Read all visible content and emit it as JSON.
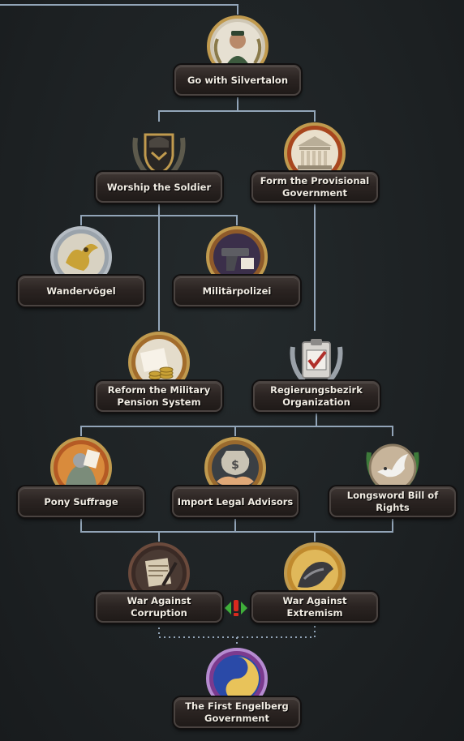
{
  "focus_tree": {
    "nodes": [
      {
        "id": "go-with-silvertalon",
        "label": "Go with Silvertalon",
        "icon": "filly-soldier-icon",
        "frame": "gold"
      },
      {
        "id": "worship-the-soldier",
        "label": "Worship the Soldier",
        "icon": "helmet-shield-icon",
        "frame": "laurel-dark"
      },
      {
        "id": "form-provisional-government",
        "label": "Form the Provisional Government",
        "icon": "parliament-building-icon",
        "frame": "gold"
      },
      {
        "id": "wandervogel",
        "label": "Wandervögel",
        "icon": "griffon-emblem-icon",
        "frame": "silver"
      },
      {
        "id": "militarpolizei",
        "label": "Militärpolizei",
        "icon": "pistol-icon",
        "frame": "gold"
      },
      {
        "id": "reform-military-pension",
        "label": "Reform the Military Pension System",
        "icon": "coins-document-icon",
        "frame": "gold"
      },
      {
        "id": "regierungsbezirk-organization",
        "label": "Regierungsbezirk Organization",
        "icon": "checklist-clipboard-icon",
        "frame": "laurel-silver"
      },
      {
        "id": "pony-suffrage",
        "label": "Pony Suffrage",
        "icon": "ballot-pony-icon",
        "frame": "gold"
      },
      {
        "id": "import-legal-advisors",
        "label": "Import Legal Advisors",
        "icon": "money-handshake-icon",
        "frame": "gold"
      },
      {
        "id": "longsword-bill-of-rights",
        "label": "Longsword Bill of Rights",
        "icon": "dove-icon",
        "frame": "laurel-green"
      },
      {
        "id": "war-against-corruption",
        "label": "War Against Corruption",
        "icon": "scroll-quill-icon",
        "frame": "dark"
      },
      {
        "id": "war-against-extremism",
        "label": "War Against Extremism",
        "icon": "armored-hoof-icon",
        "frame": "gold"
      },
      {
        "id": "first-engelberg-government",
        "label": "The First Engelberg Government",
        "icon": "yin-yang-flame-icon",
        "frame": "purple"
      }
    ],
    "mutually_exclusive_icon": "mutually-exclusive-icon",
    "colors": {
      "background": "#1d2123",
      "connector": "#9fb3c8",
      "plate_text": "#f1ece3",
      "gold_frame": "#c09a4e",
      "silver_frame": "#b5bcc3",
      "exclusive_red": "#d82a1e",
      "exclusive_green": "#3fae3a"
    }
  }
}
